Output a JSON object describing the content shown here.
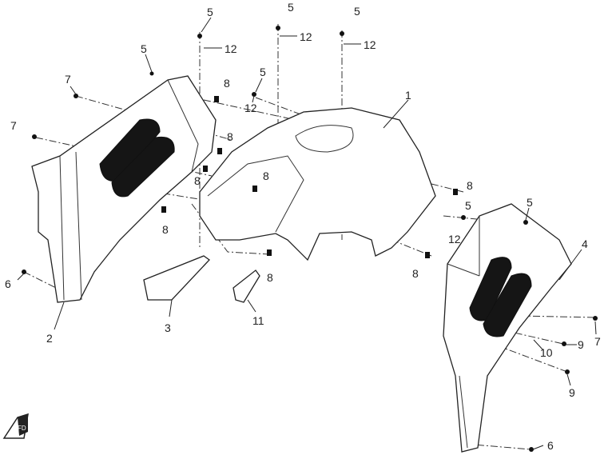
{
  "diagram": {
    "type": "exploded-parts-diagram",
    "callouts": [
      "5",
      "12",
      "5",
      "12",
      "5",
      "12",
      "5",
      "7",
      "5",
      "12",
      "8",
      "8",
      "7",
      "1",
      "8",
      "8",
      "8",
      "8",
      "5",
      "8",
      "12",
      "5",
      "8",
      "4",
      "6",
      "2",
      "3",
      "11",
      "7",
      "9",
      "10",
      "9",
      "6"
    ],
    "direction_badge": "FD"
  }
}
